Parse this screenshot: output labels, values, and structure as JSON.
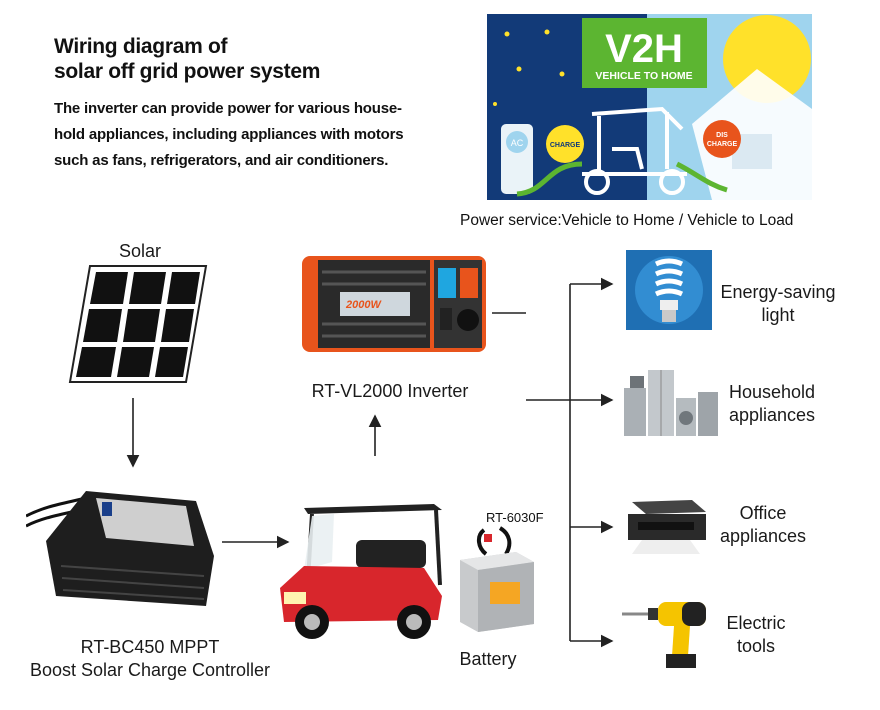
{
  "title_line1": "Wiring diagram of",
  "title_line2": "solar off grid power system",
  "desc_line1": "The inverter can provide power for various house-",
  "desc_line2": "hold appliances, including appliances with motors",
  "desc_line3": "such as fans, refrigerators, and air conditioners.",
  "v2h": {
    "big": "V2H",
    "sub": "VEHICLE TO HOME",
    "charge": "CHARGE",
    "discharge_1": "DIS",
    "discharge_2": "CHARGE",
    "ac": "AC"
  },
  "v2h_caption": "Power service:Vehicle to Home / Vehicle to Load",
  "solar_label": "Solar",
  "inverter_label": "RT-VL2000 Inverter",
  "inverter_screen_text": "2000W",
  "controller_label_1": "RT-BC450 MPPT",
  "controller_label_2": "Boost Solar Charge Controller",
  "battery_tag": "RT-6030F",
  "battery_label": "Battery",
  "loads": [
    {
      "line1": "Energy-saving",
      "line2": "light"
    },
    {
      "line1": "Household",
      "line2": "appliances"
    },
    {
      "line1": "Office",
      "line2": "appliances"
    },
    {
      "line1": "Electric",
      "line2": "tools"
    }
  ],
  "colors": {
    "v2h_green": "#5cb531",
    "night_blue": "#123a78",
    "day_blue": "#9fd4ee",
    "inverter_orange": "#e8541c",
    "sun_yellow": "#ffe12a"
  }
}
